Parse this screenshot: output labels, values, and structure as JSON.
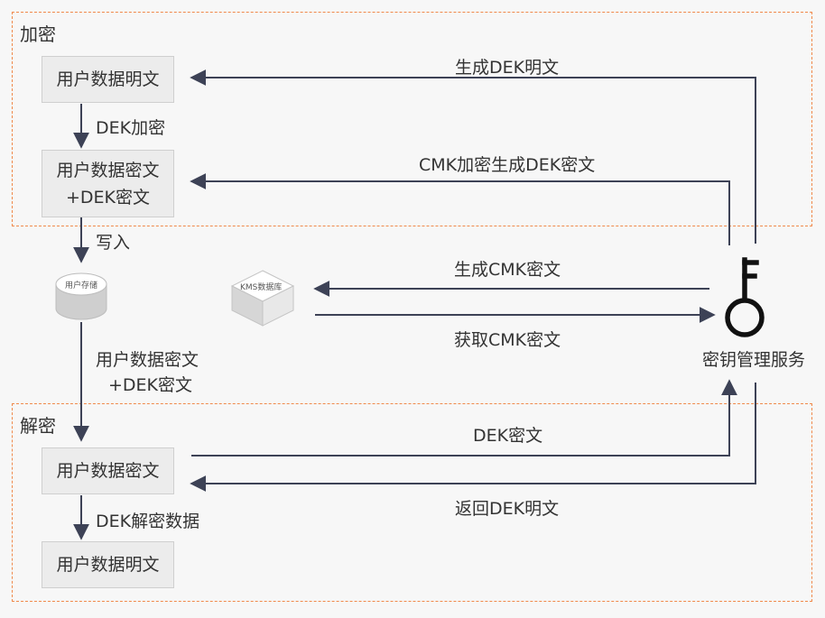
{
  "regions": {
    "encrypt_label": "加密",
    "decrypt_label": "解密"
  },
  "boxes": {
    "plain_top": "用户数据明文",
    "cipher_top_line1": "用户数据密文",
    "cipher_top_line2": "+DEK密文",
    "cipher_bottom": "用户数据密文",
    "plain_bottom": "用户数据明文"
  },
  "labels": {
    "dek_encrypt": "DEK加密",
    "write": "写入",
    "read_line1": "用户数据密文",
    "read_line2": "+DEK密文",
    "dek_decrypt_data": "DEK解密数据",
    "gen_dek_plain": "生成DEK明文",
    "cmk_encrypt_gen_dek_cipher": "CMK加密生成DEK密文",
    "gen_cmk_cipher": "生成CMK密文",
    "get_cmk_cipher": "获取CMK密文",
    "dek_cipher": "DEK密文",
    "return_dek_plain": "返回DEK明文",
    "kms_service": "密钥管理服务"
  },
  "icons": {
    "user_storage": "用户存储",
    "kms_db": "KMS数据库",
    "key_icon": "key-icon"
  },
  "colors": {
    "arrow": "#3d4256",
    "region_border": "#f0894b",
    "box_fill": "#ececec"
  }
}
